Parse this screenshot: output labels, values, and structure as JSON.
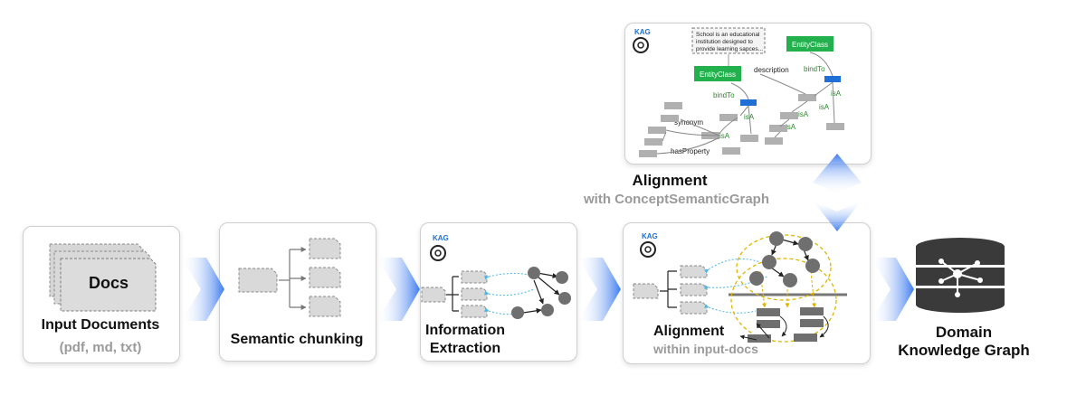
{
  "stages": {
    "input": {
      "title": "Input Documents",
      "formats": "(pdf, md, txt)",
      "doc_label": "Docs"
    },
    "chunking": {
      "title": "Semantic chunking"
    },
    "extraction": {
      "title_line1": "Information",
      "title_line2": "Extraction"
    },
    "alignment_docs": {
      "title": "Alignment",
      "subtitle": "within input-docs"
    },
    "alignment_concept": {
      "title": "Alignment",
      "subtitle": "with ConceptSemanticGraph"
    },
    "output": {
      "title_line1": "Domain",
      "title_line2": "Knowledge Graph"
    }
  },
  "kag_tag": "KAG",
  "concept_graph": {
    "entity_class_1": "EntityClass",
    "entity_class_2": "EntityClass",
    "note_line1": "School is an educational",
    "note_line2": "institution designed to",
    "note_line3": "provide learning sapces...",
    "rel_description": "description",
    "rel_bindto_1": "bindTo",
    "rel_bindto_2": "bindTo",
    "rel_isa_1": "isA",
    "rel_isa_2": "isA",
    "rel_isa_3": "isA",
    "rel_isa_4": "isA",
    "rel_isa_5": "isA",
    "rel_synonym": "synonym",
    "rel_hasproperty": "hasProperty"
  },
  "colors": {
    "arrow_blue": "#3f7df0",
    "entity_green": "#22b14c",
    "bind_blue": "#1f6fd6",
    "relation_green": "#2a8a2a",
    "dotted_cyan": "#4fb6e6",
    "dashed_yellow": "#e0b400"
  }
}
